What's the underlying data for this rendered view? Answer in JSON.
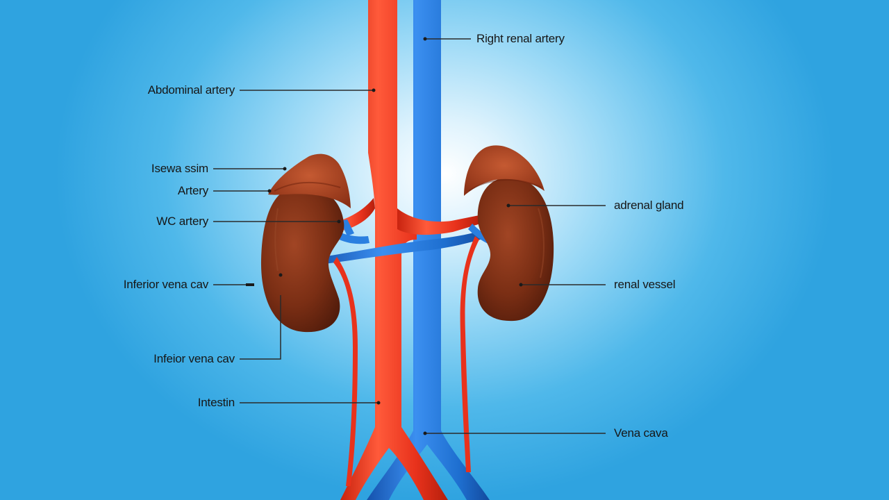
{
  "labels": {
    "right_renal_artery": "Right renal artery",
    "abdominal_artery": "Abdominal artery",
    "isewa_ssim": "Isewa ssim",
    "artery": "Artery",
    "wc_artery": "WC artery",
    "inferior_vena_cava_upper": "Inferior vena cav",
    "inferior_vena_cava_lower": "Infeior vena cav",
    "intestine": "Intestin",
    "vena_cava_right": "Vena cava",
    "adrenal_gland": "adrenal gland",
    "renal_vessel": "renal vessel"
  },
  "colors": {
    "artery": "#e8321c",
    "vein": "#1e6fd0",
    "kidney": "#7a2e14",
    "adrenal": "#9c3a1c",
    "leader": "#2a2a2a"
  }
}
